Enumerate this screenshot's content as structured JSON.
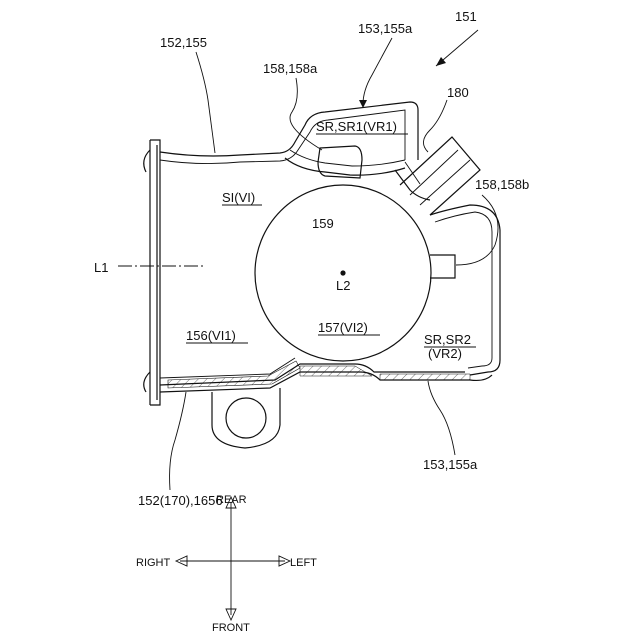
{
  "figure": {
    "ref_main": "151",
    "labels": {
      "l_152_155": "152,155",
      "l_153_155a_top": "153,155a",
      "l_158_158a": "158,158a",
      "l_sr_sr1": "SR,SR1(VR1)",
      "l_180": "180",
      "l_si": "SI(VI)",
      "l_159": "159",
      "l_158_158b": "158,158b",
      "l_l1": "L1",
      "l_l2": "L2",
      "l_156": "156(VI1)",
      "l_157": "157(VI2)",
      "l_sr_sr2": "SR,SR2",
      "l_vr2": "(VR2)",
      "l_153_155a_bot": "153,155a",
      "l_152_170": "152(170),1656"
    },
    "compass": {
      "rear": "REAR",
      "right": "RIGHT",
      "left": "LEFT",
      "front": "FRONT"
    }
  }
}
